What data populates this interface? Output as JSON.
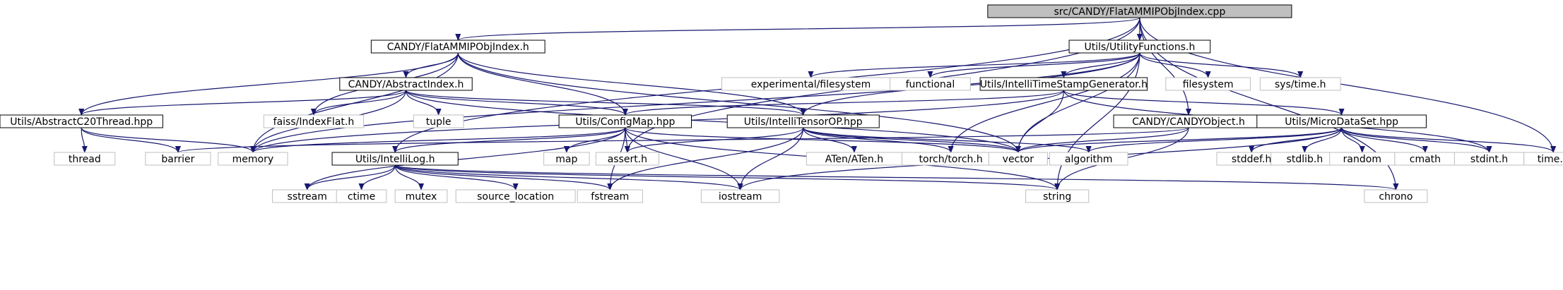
{
  "graph": {
    "root": "src/CANDY/FlatAMMIPObjIndex.cpp",
    "nodes": {
      "root": "src/CANDY/FlatAMMIPObjIndex.cpp",
      "flat_h": "CANDY/FlatAMMIPObjIndex.h",
      "utility": "Utils/UtilityFunctions.h",
      "abstract": "CANDY/AbstractIndex.h",
      "exp_fs": "experimental/filesystem",
      "functional": "functional",
      "timestamp": "Utils/IntelliTimeStampGenerator.h",
      "filesystem": "filesystem",
      "systime": "sys/time.h",
      "c20thread": "Utils/AbstractC20Thread.hpp",
      "faiss": "faiss/IndexFlat.h",
      "tuple": "tuple",
      "configmap": "Utils/ConfigMap.hpp",
      "tensorop": "Utils/IntelliTensorOP.hpp",
      "candyobj": "CANDY/CANDYObject.h",
      "microdata": "Utils/MicroDataSet.hpp",
      "thread": "thread",
      "barrier": "barrier",
      "memory": "memory",
      "intellilog": "Utils/IntelliLog.h",
      "map": "map",
      "asserth": "assert.h",
      "aten": "ATen/ATen.h",
      "torch": "torch/torch.h",
      "vector": "vector",
      "algorithm": "algorithm",
      "stddef": "stddef.h",
      "stdlib": "stdlib.h",
      "random": "random",
      "cmath": "cmath",
      "stdint": "stdint.h",
      "timeh": "time.h",
      "sstream": "sstream",
      "ctime": "ctime",
      "mutex": "mutex",
      "srcloc": "source_location",
      "fstream": "fstream",
      "iostream": "iostream",
      "string": "string",
      "chrono": "chrono"
    },
    "edges": [
      [
        "root",
        "flat_h"
      ],
      [
        "root",
        "utility"
      ],
      [
        "root",
        "candyobj"
      ],
      [
        "root",
        "asserth"
      ],
      [
        "root",
        "intellilog"
      ],
      [
        "root",
        "timeh"
      ],
      [
        "root",
        "chrono"
      ],
      [
        "flat_h",
        "abstract"
      ],
      [
        "flat_h",
        "c20thread"
      ],
      [
        "flat_h",
        "faiss"
      ],
      [
        "flat_h",
        "memory"
      ],
      [
        "flat_h",
        "configmap"
      ],
      [
        "flat_h",
        "tensorop"
      ],
      [
        "flat_h",
        "vector"
      ],
      [
        "utility",
        "exp_fs"
      ],
      [
        "utility",
        "functional"
      ],
      [
        "utility",
        "timestamp"
      ],
      [
        "utility",
        "filesystem"
      ],
      [
        "utility",
        "systime"
      ],
      [
        "utility",
        "memory"
      ],
      [
        "utility",
        "tensorop"
      ],
      [
        "utility",
        "vector"
      ],
      [
        "utility",
        "torch"
      ],
      [
        "utility",
        "string"
      ],
      [
        "abstract",
        "c20thread"
      ],
      [
        "abstract",
        "faiss"
      ],
      [
        "abstract",
        "tuple"
      ],
      [
        "abstract",
        "memory"
      ],
      [
        "abstract",
        "configmap"
      ],
      [
        "abstract",
        "tensorop"
      ],
      [
        "abstract",
        "vector"
      ],
      [
        "timestamp",
        "configmap"
      ],
      [
        "timestamp",
        "microdata"
      ],
      [
        "timestamp",
        "memory"
      ],
      [
        "timestamp",
        "vector"
      ],
      [
        "timestamp",
        "stdint"
      ],
      [
        "c20thread",
        "thread"
      ],
      [
        "c20thread",
        "barrier"
      ],
      [
        "c20thread",
        "memory"
      ],
      [
        "configmap",
        "memory"
      ],
      [
        "configmap",
        "intellilog"
      ],
      [
        "configmap",
        "map"
      ],
      [
        "configmap",
        "asserth"
      ],
      [
        "configmap",
        "vector"
      ],
      [
        "configmap",
        "sstream"
      ],
      [
        "configmap",
        "fstream"
      ],
      [
        "configmap",
        "iostream"
      ],
      [
        "configmap",
        "string"
      ],
      [
        "tensorop",
        "aten"
      ],
      [
        "tensorop",
        "torch"
      ],
      [
        "tensorop",
        "vector"
      ],
      [
        "tensorop",
        "asserth"
      ],
      [
        "tensorop",
        "algorithm"
      ],
      [
        "tensorop",
        "iostream"
      ],
      [
        "tensorop",
        "fstream"
      ],
      [
        "candyobj",
        "vector"
      ],
      [
        "candyobj",
        "string"
      ],
      [
        "candyobj",
        "barrier"
      ],
      [
        "microdata",
        "algorithm"
      ],
      [
        "microdata",
        "vector"
      ],
      [
        "microdata",
        "stddef"
      ],
      [
        "microdata",
        "stdlib"
      ],
      [
        "microdata",
        "random"
      ],
      [
        "microdata",
        "cmath"
      ],
      [
        "microdata",
        "stdint"
      ],
      [
        "microdata",
        "timeh"
      ],
      [
        "microdata",
        "iostream"
      ],
      [
        "intellilog",
        "sstream"
      ],
      [
        "intellilog",
        "ctime"
      ],
      [
        "intellilog",
        "mutex"
      ],
      [
        "intellilog",
        "srcloc"
      ],
      [
        "intellilog",
        "fstream"
      ],
      [
        "intellilog",
        "iostream"
      ],
      [
        "intellilog",
        "string"
      ],
      [
        "intellilog",
        "chrono"
      ]
    ]
  }
}
